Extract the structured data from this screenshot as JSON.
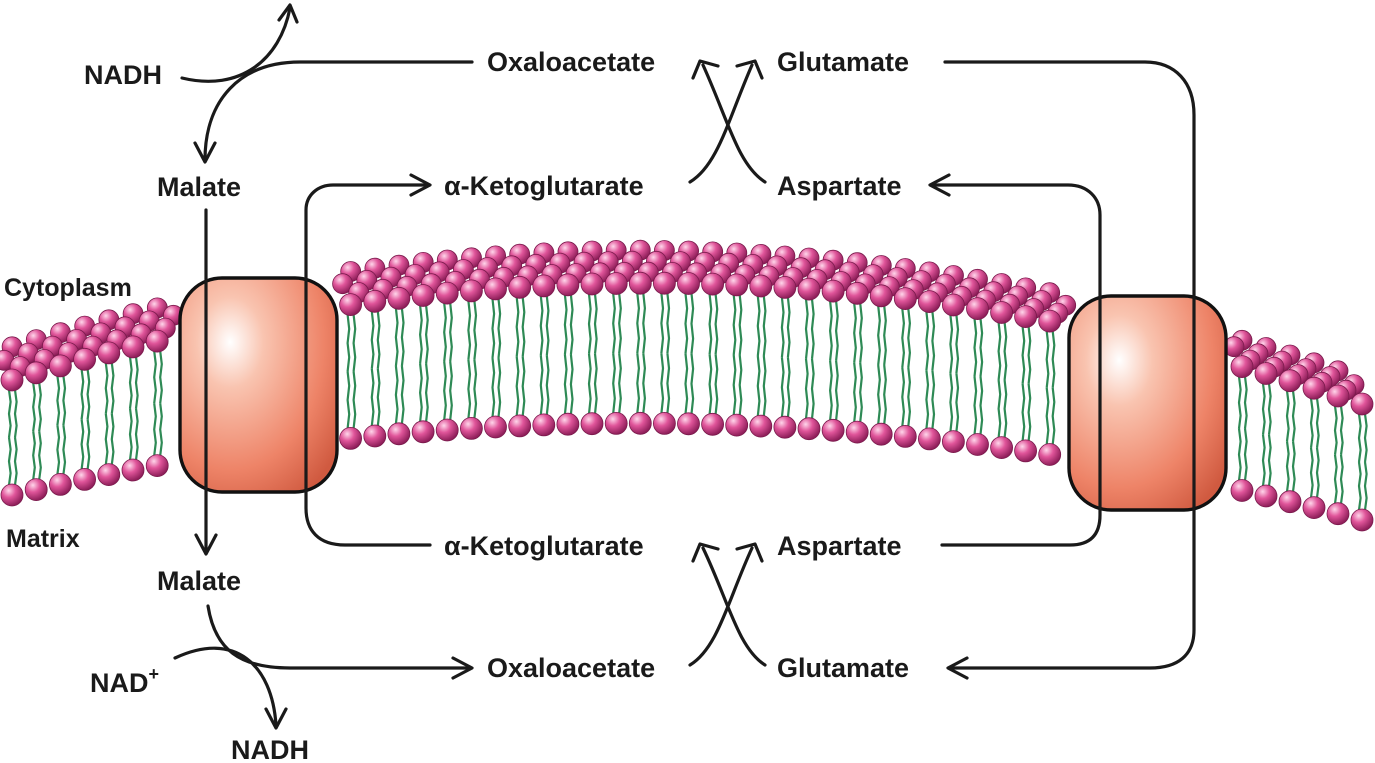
{
  "regions": {
    "cytoplasm": "Cytoplasm",
    "matrix": "Matrix"
  },
  "cytoplasm_side": {
    "nadh": "NADH",
    "malate": "Malate",
    "oxaloacetate": "Oxaloacetate",
    "glutamate": "Glutamate",
    "alpha_ketoglutarate": "α-Ketoglutarate",
    "aspartate": "Aspartate"
  },
  "matrix_side": {
    "malate": "Malate",
    "alpha_ketoglutarate": "α-Ketoglutarate",
    "aspartate": "Aspartate",
    "oxaloacetate": "Oxaloacetate",
    "glutamate": "Glutamate",
    "nad": "NAD",
    "nad_superscript": "+",
    "nadh": "NADH"
  },
  "colors": {
    "lipid_head": "#e0559a",
    "lipid_tail": "#2e8a55",
    "transporter": "#f08a6c",
    "arrow": "#1a1a1a"
  }
}
